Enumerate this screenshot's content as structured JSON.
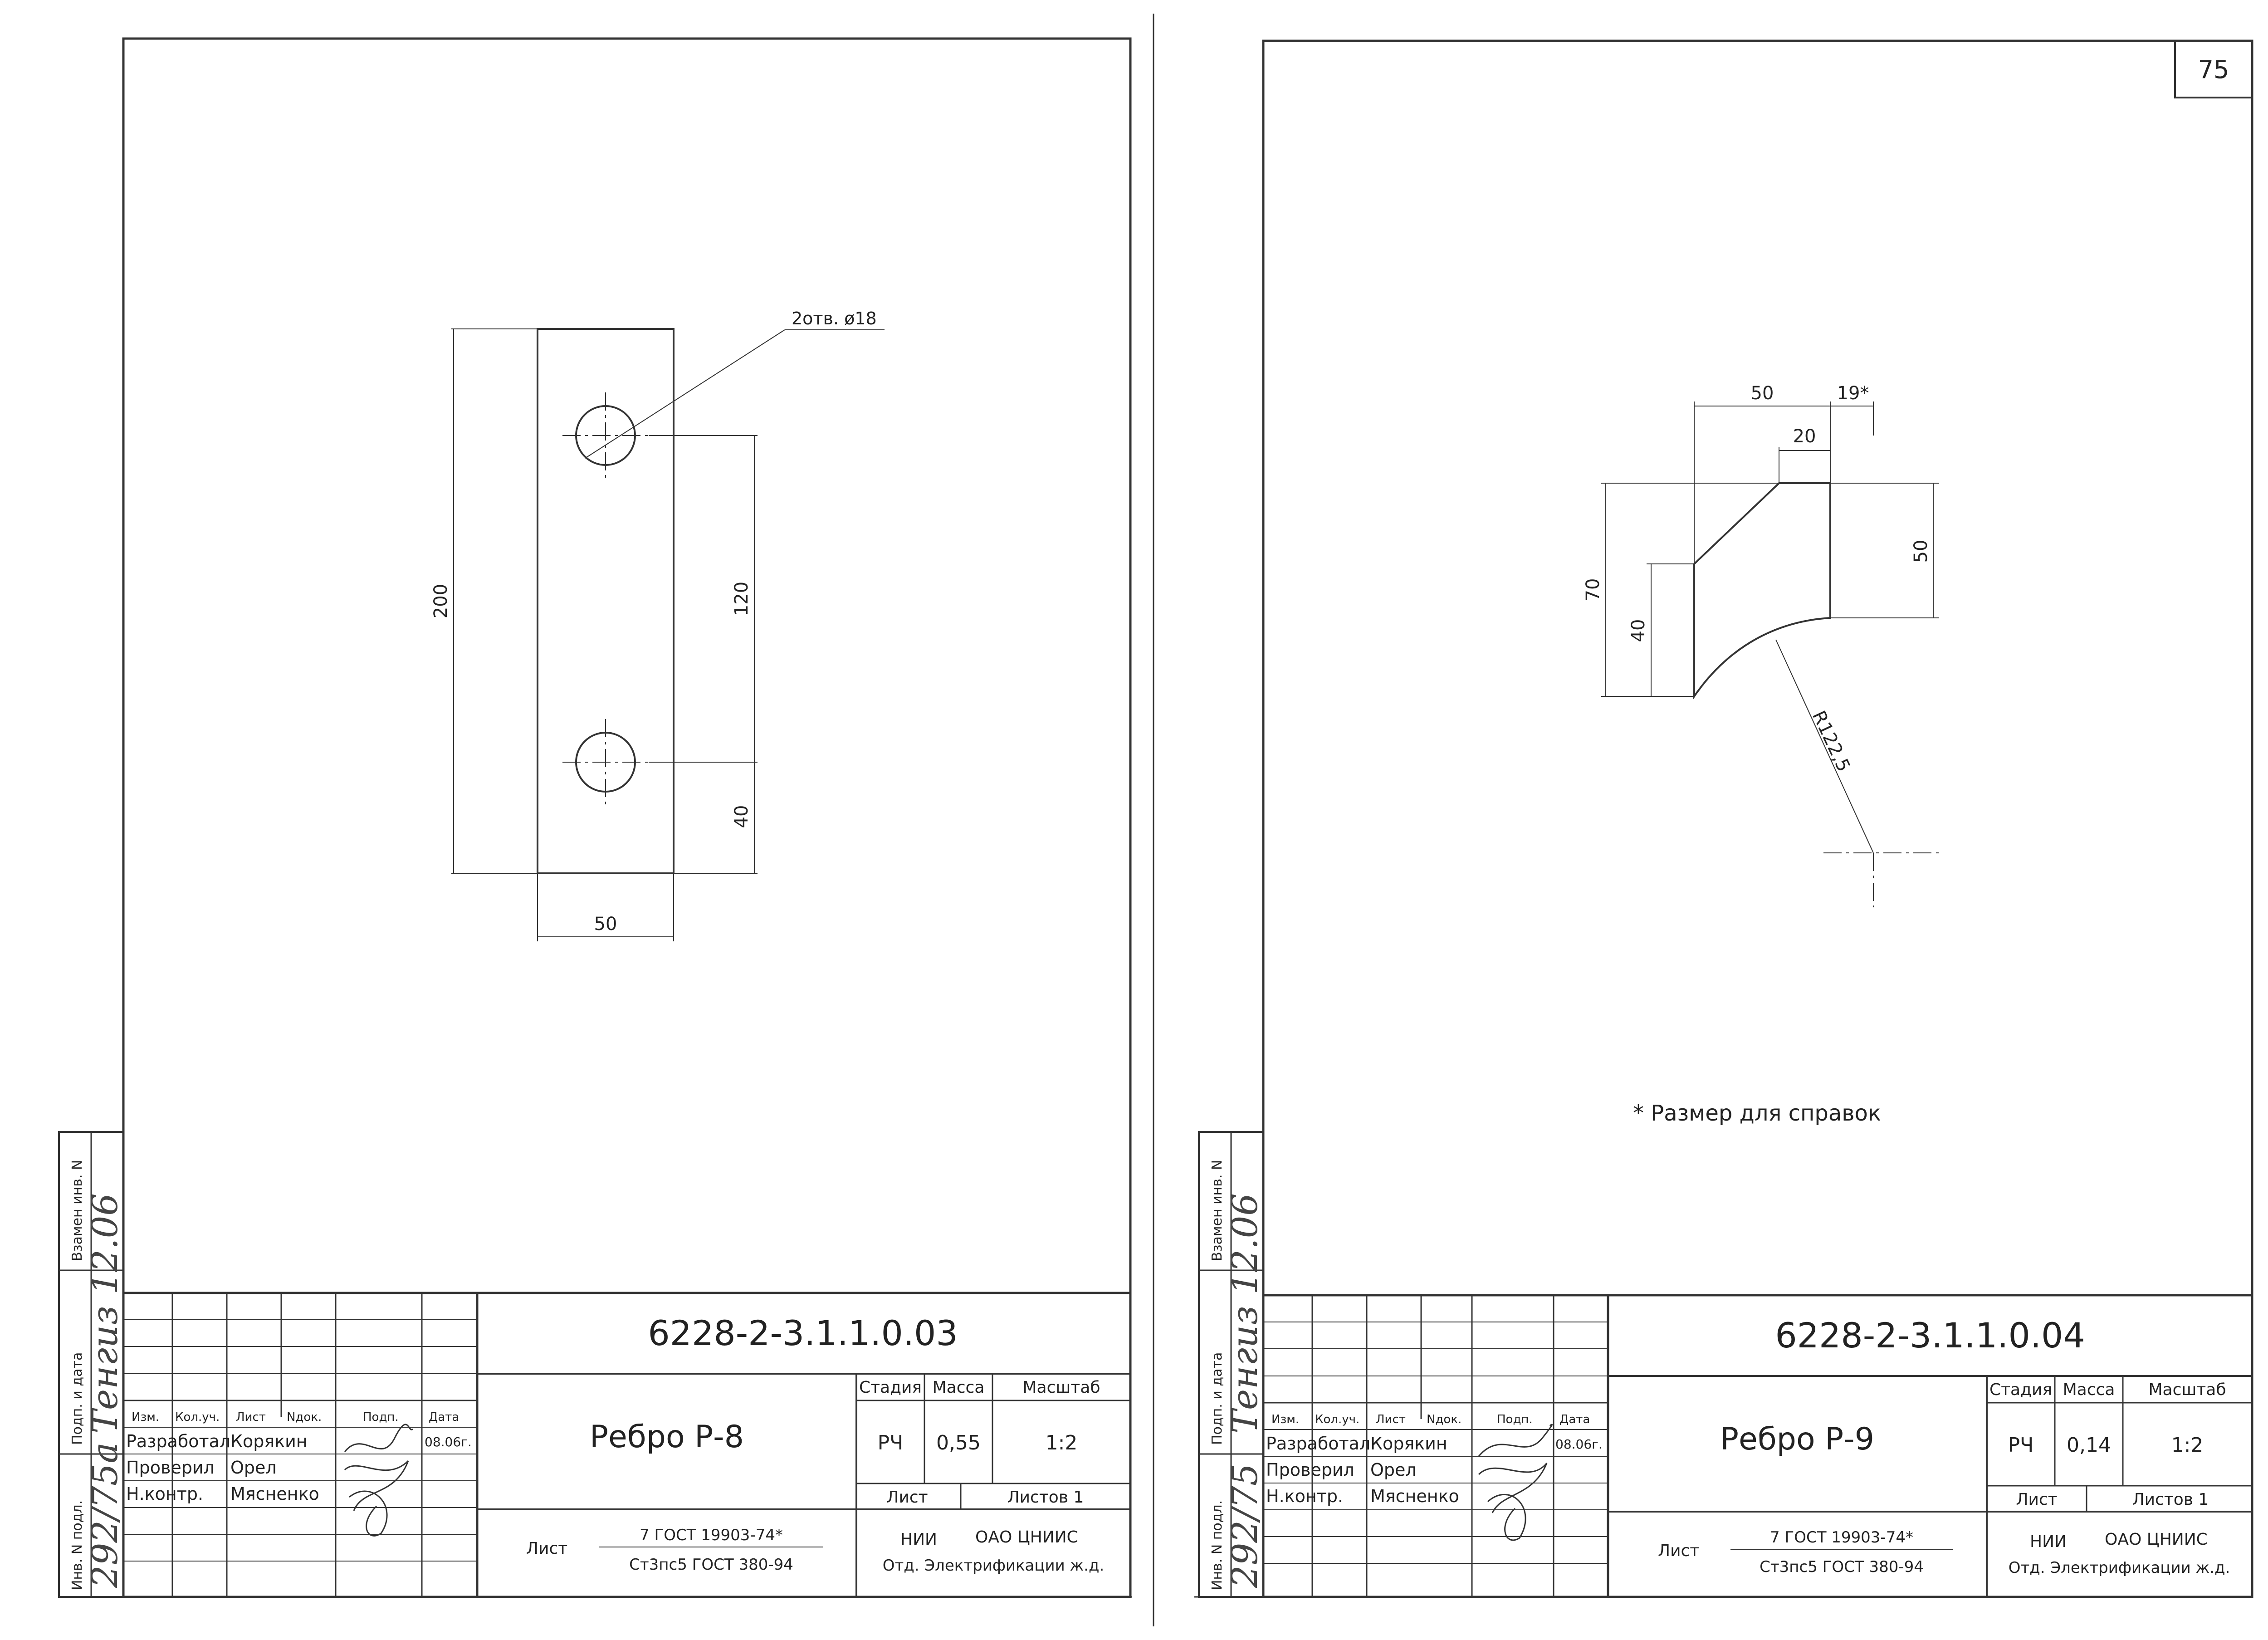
{
  "sheet_number": "75",
  "frame_labels": {
    "inv_podl": "Инв. N подл.",
    "podp_data": "Подп. и дата",
    "vzam_inv": "Взамен инв. N"
  },
  "title_block_headers": {
    "izm": "Изм.",
    "kol_uch": "Кол.уч.",
    "list": "Лист",
    "ndok": "Nдок.",
    "podp": "Подп.",
    "data": "Дата",
    "stadiya": "Стадия",
    "massa": "Масса",
    "masshtab": "Масштаб",
    "list_label": "Лист",
    "listov_label": "Листов 1"
  },
  "people": {
    "razrabotal_role": "Разработал",
    "razrabotal_name": "Корякин",
    "proveril_role": "Проверил",
    "proveril_name": "Орел",
    "nkontr_role": "Н.контр.",
    "nkontr_name": "Мясненко",
    "date": "08.06г."
  },
  "organization": {
    "logo_text": "НИИ",
    "name": "ОАО ЦНИИС",
    "dept": "Отд. Электрификации ж.д."
  },
  "sheets": [
    {
      "designation": "6228-2-3.1.1.0.03",
      "part_name": "Ребро Р-8",
      "stage": "РЧ",
      "mass": "0,55",
      "scale": "1:2",
      "material_list": "Лист",
      "material_top": "7 ГОСТ 19903-74*",
      "material_bottom": "Ст3пс5 ГОСТ 380-94",
      "inv_handwritten": "292/75а",
      "date_handwritten": "Тенгиз 12.06",
      "dims": {
        "height": "200",
        "hole_spacing": "120",
        "edge": "40",
        "width": "50",
        "holes": "2отв. ø18"
      }
    },
    {
      "designation": "6228-2-3.1.1.0.04",
      "part_name": "Ребро Р-9",
      "stage": "РЧ",
      "mass": "0,14",
      "scale": "1:2",
      "material_list": "Лист",
      "material_top": "7 ГОСТ 19903-74*",
      "material_bottom": "Ст3пс5 ГОСТ 380-94",
      "inv_handwritten": "292/75",
      "date_handwritten": "Тенгиз 12.06",
      "dims": {
        "top": "50",
        "ref": "19*",
        "step": "20",
        "right_h": "50",
        "total_h": "70",
        "left_h": "40",
        "radius": "R122,5"
      },
      "note": "* Размер для справок"
    }
  ]
}
